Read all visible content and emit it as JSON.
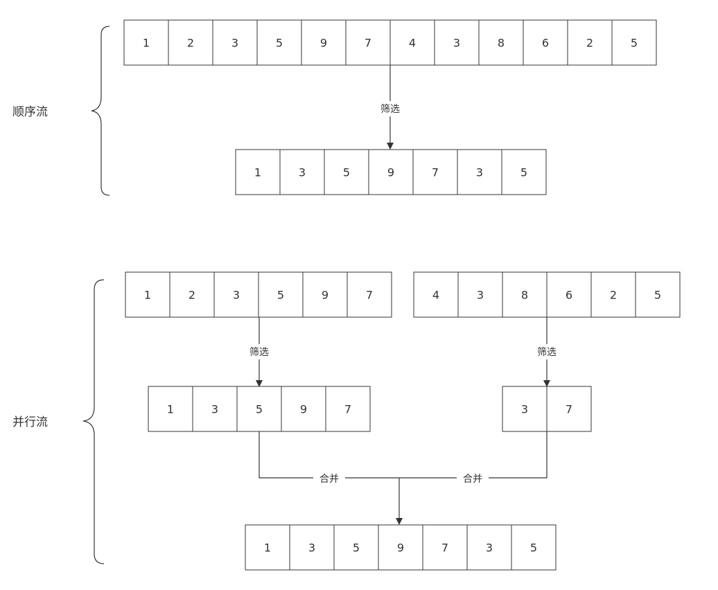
{
  "sequential": {
    "label": "顺序流",
    "source": [
      "1",
      "2",
      "3",
      "5",
      "9",
      "7",
      "4",
      "3",
      "8",
      "6",
      "2",
      "5"
    ],
    "filter_label": "筛选",
    "result": [
      "1",
      "3",
      "5",
      "9",
      "7",
      "3",
      "5"
    ]
  },
  "parallel": {
    "label": "并行流",
    "left_source": [
      "1",
      "2",
      "3",
      "5",
      "9",
      "7"
    ],
    "right_source": [
      "4",
      "3",
      "8",
      "6",
      "2",
      "5"
    ],
    "left_filter_label": "筛选",
    "right_filter_label": "筛选",
    "left_result": [
      "1",
      "3",
      "5",
      "9",
      "7"
    ],
    "right_result": [
      "3",
      "7"
    ],
    "left_merge_label": "合并",
    "right_merge_label": "合并",
    "merged": [
      "1",
      "3",
      "5",
      "9",
      "7",
      "3",
      "5"
    ]
  }
}
